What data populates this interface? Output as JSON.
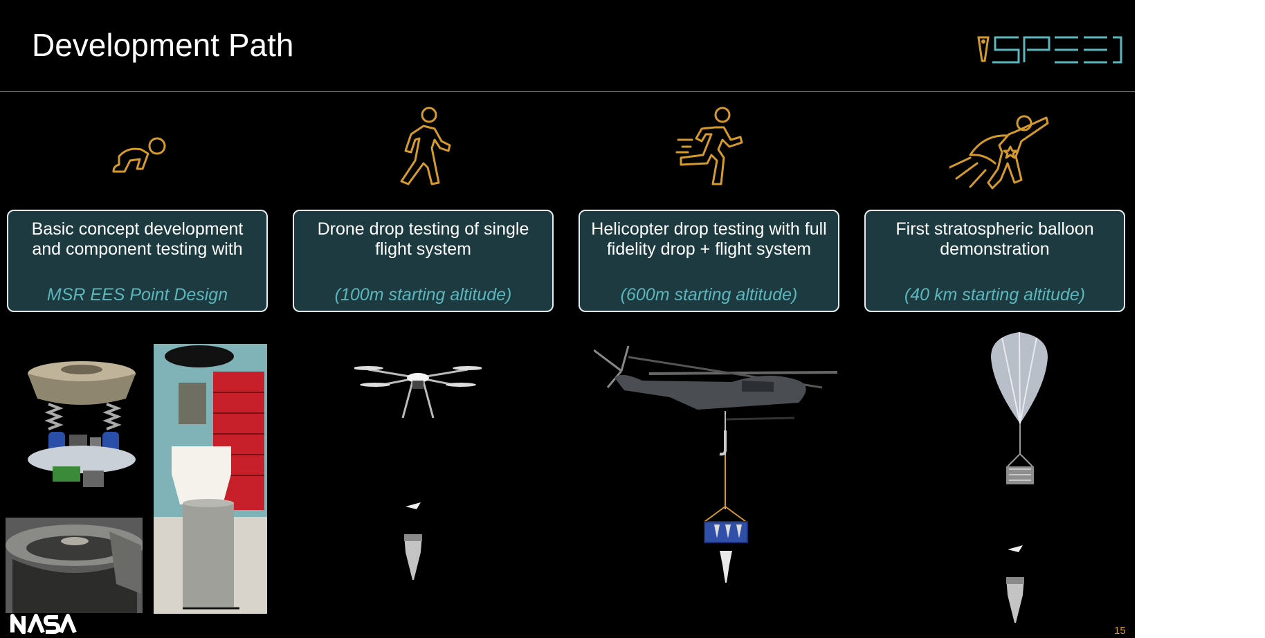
{
  "title": "Development Path",
  "logo": {
    "text": "SPEED",
    "accent": "#d59a2b",
    "color": "#5bb6bd"
  },
  "colors": {
    "background": "#000000",
    "card": "#1c3a3f",
    "note": "#5bb6bd",
    "icon": "#d59a2b"
  },
  "stages": [
    {
      "icon": "crawling-baby-icon",
      "desc1": "Basic concept development",
      "desc2": "and component testing with",
      "note": "MSR EES Point Design"
    },
    {
      "icon": "walking-person-icon",
      "desc1": "Drone drop testing of single",
      "desc2": "flight system",
      "note": "(100m starting altitude)"
    },
    {
      "icon": "running-person-icon",
      "desc1": "Helicopter drop testing with full",
      "desc2": "fidelity drop + flight system",
      "note": "(600m starting altitude)"
    },
    {
      "icon": "flying-superhero-icon",
      "desc1": "First stratospheric balloon",
      "desc2": "demonstration",
      "note": "(40 km starting altitude)"
    }
  ],
  "footer": {
    "org": "NASA",
    "page": "15"
  }
}
